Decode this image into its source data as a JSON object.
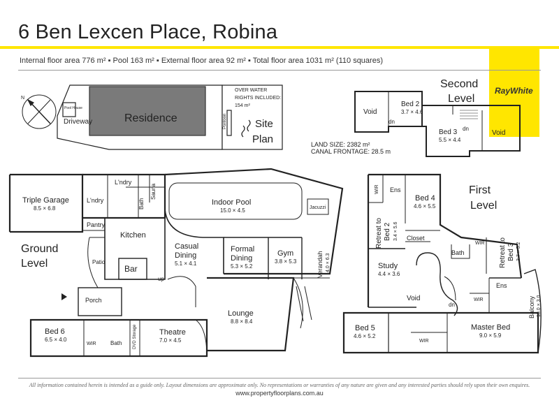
{
  "title": "6 Ben Lexcen Place, Robina",
  "areas": "Internal floor area 776 m² ▪ Pool 163 m² ▪ External floor area 92 m² ▪ Total floor area 1031 m² (110 squares)",
  "logo": "RayWhite",
  "site_plan": {
    "residence": "Residence",
    "driveway": "Driveway",
    "pontoon": "Pontoon",
    "water_rights_1": "OVER WATER",
    "water_rights_2": "RIGHTS INCLUDED:",
    "water_rights_3": "154 m²",
    "label_1": "Site",
    "label_2": "Plan",
    "north": "N",
    "neighbour": "Pool House"
  },
  "land": {
    "size": "LAND SIZE: 2382 m²",
    "frontage": "CANAL FRONTAGE: 28.5 m"
  },
  "second_level": {
    "label_1": "Second",
    "label_2": "Level",
    "void_1": "Void",
    "void_2": "Void",
    "bed2": "Bed 2",
    "bed2_dim": "3.7 × 4.6",
    "bed3": "Bed 3",
    "bed3_dim": "5.5 × 4.4",
    "dn_1": "dn",
    "dn_2": "dn"
  },
  "ground": {
    "label_1": "Ground",
    "label_2": "Level",
    "triple_garage": "Triple Garage",
    "triple_garage_dim": "8.5 × 6.8",
    "lndry_1": "L'ndry",
    "lndry_2": "L'ndry",
    "sauna": "Sauna",
    "bath_1": "Bath",
    "indoor_pool": "Indoor Pool",
    "indoor_pool_dim": "15.0 × 4.5",
    "jacuzzi": "Jacuzzi",
    "pantry": "Pantry",
    "kitchen": "Kitchen",
    "casual_dining": "Casual",
    "casual_dining_2": "Dining",
    "casual_dining_dim": "5.1 × 4.1",
    "formal_dining": "Formal",
    "formal_dining_2": "Dining",
    "formal_dining_dim": "5.3 × 5.2",
    "gym": "Gym",
    "gym_dim": "3.8 × 5.3",
    "verandah": "Verandah",
    "verandah_dim": "4.0 × 6.3",
    "patio": "Patio",
    "bar": "Bar",
    "up": "up",
    "porch": "Porch",
    "lounge": "Lounge",
    "lounge_dim": "8.8 × 8.4",
    "bed6": "Bed 6",
    "bed6_dim": "6.5 × 4.0",
    "wir": "WIR",
    "bath_2": "Bath",
    "dvd": "DVD Storage",
    "theatre": "Theatre",
    "theatre_dim": "7.0 × 4.5"
  },
  "first": {
    "label_1": "First",
    "label_2": "Level",
    "wir_1": "WIR",
    "ens_1": "Ens",
    "bed4": "Bed 4",
    "bed4_dim": "4.6 × 5.5",
    "retreat2": "Retreat to",
    "retreat2_b": "Bed 2",
    "retreat2_dim": "3.4 × 5.6",
    "closet": "Closet",
    "bath": "Bath",
    "wir_2": "WIR",
    "retreat3": "Retreat to",
    "retreat3_b": "Bed 3",
    "retreat3_dim": "3.7 × 5.2",
    "study": "Study",
    "study_dim": "4.4 × 3.6",
    "void": "Void",
    "ens_2": "Ens",
    "wir_3": "WIR",
    "dn": "dn",
    "balcony": "Balcony",
    "balcony_dim": "10.0 × 3.0",
    "bed5": "Bed 5",
    "bed5_dim": "4.6 × 5.2",
    "wir_4": "WIR",
    "master_bed": "Master Bed",
    "master_bed_dim": "9.0 × 5.9"
  },
  "disclaimer": "All information contained herein is intended as a guide only. Layout dimensions are approximate only. No representations or warranties of any nature are given and any interested parties should rely upon their own enquires.",
  "url": "www.propertyfloorplans.com.au"
}
